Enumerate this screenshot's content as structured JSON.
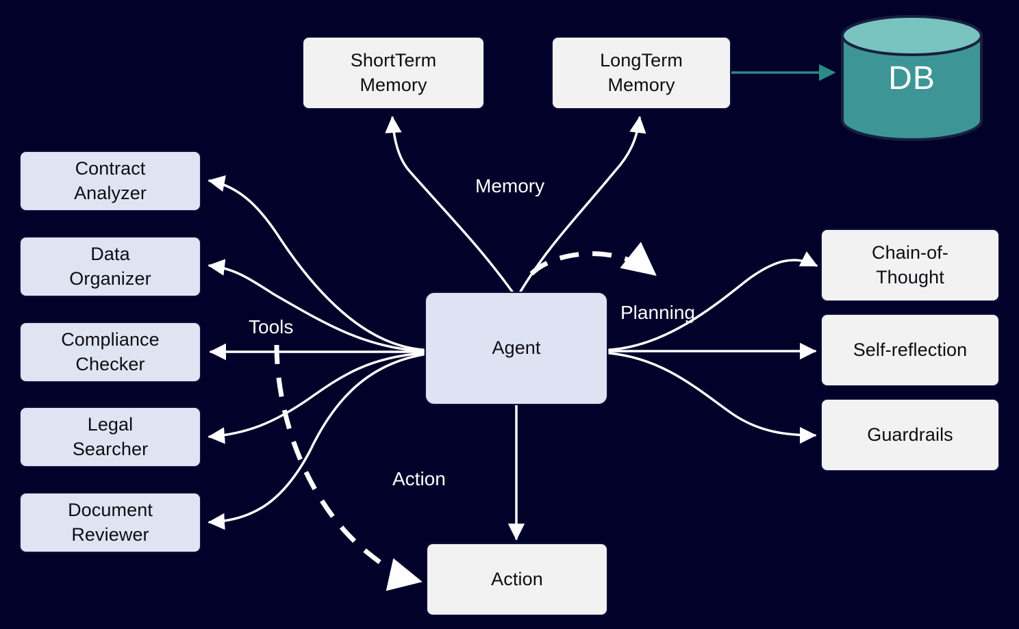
{
  "diagram": {
    "title": "Agent architecture diagram",
    "background_color": "#02012a",
    "node_fill_tool": "#dfe4f3",
    "node_fill_plain": "#f2f2f2",
    "node_stroke": "#0b1038",
    "edge_color": "#ffffff",
    "db_body_color": "#3d9695",
    "db_top_color": "#79c3c0",
    "db_edge_color": "#2b8a87"
  },
  "memory": {
    "short_term": "ShortTerm\nMemory",
    "long_term": "LongTerm\nMemory",
    "database": "DB"
  },
  "tools": [
    {
      "label": "Contract\nAnalyzer"
    },
    {
      "label": "Data\nOrganizer"
    },
    {
      "label": "Compliance\nChecker"
    },
    {
      "label": "Legal\nSearcher"
    },
    {
      "label": "Document\nReviewer"
    }
  ],
  "planning": [
    {
      "label": "Chain-of-\nThought"
    },
    {
      "label": "Self-reflection"
    },
    {
      "label": "Guardrails"
    }
  ],
  "core": {
    "agent": "Agent",
    "action_node": "Action"
  },
  "edge_labels": {
    "memory": "Memory",
    "tools": "Tools",
    "planning": "Planning",
    "action": "Action"
  }
}
